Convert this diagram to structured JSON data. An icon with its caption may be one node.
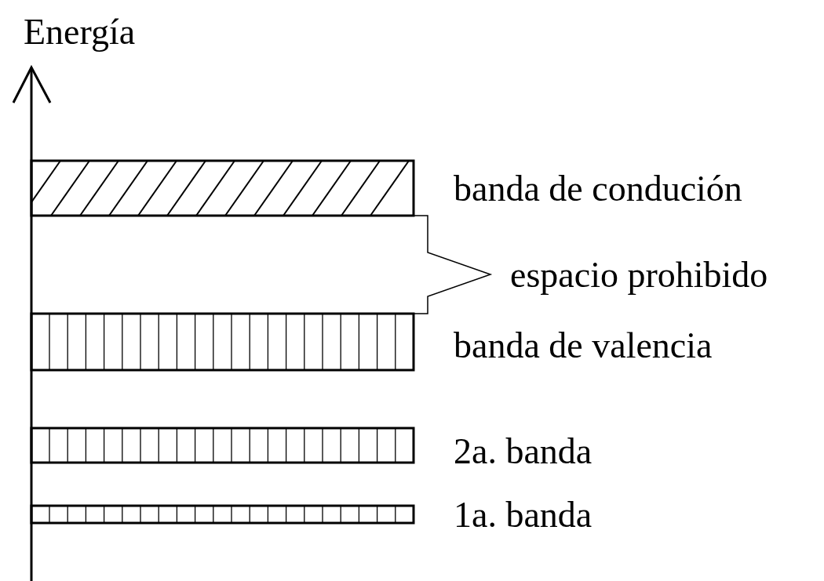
{
  "diagram": {
    "labels": [
      "Energía",
      "banda de condución",
      "espacio prohibido",
      "banda de valencia",
      "2a. banda",
      "1a. banda"
    ]
  }
}
